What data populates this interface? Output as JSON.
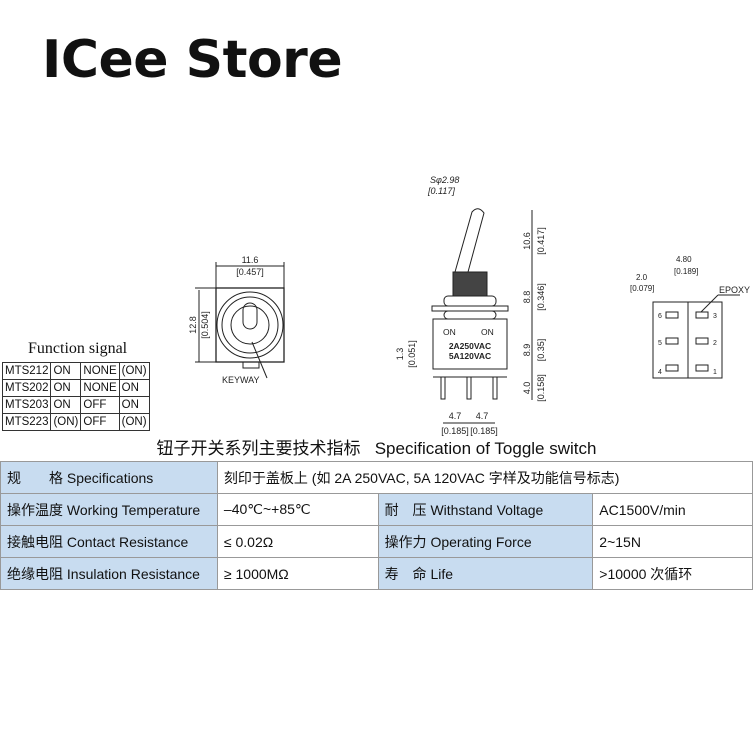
{
  "title": "ICee Store",
  "function_signal": {
    "heading": "Function signal",
    "rows": [
      [
        "MTS212",
        "ON",
        "NONE",
        "(ON)"
      ],
      [
        "MTS202",
        "ON",
        "NONE",
        "ON"
      ],
      [
        "MTS203",
        "ON",
        "OFF",
        "ON"
      ],
      [
        "MTS223",
        "(ON)",
        "OFF",
        "(ON)"
      ]
    ]
  },
  "front_view": {
    "width_mm": "11.6",
    "width_in": "[0.457]",
    "height_mm": "12.8",
    "height_in": "[0.504]",
    "keyway": "KEYWAY"
  },
  "side_view": {
    "ball_mm": "Sφ2.98",
    "ball_in": "[0.117]",
    "lever_mm": "10.6",
    "lever_in": "[0.417]",
    "bushing_mm": "8.8",
    "bushing_in": "[0.346]",
    "body_mm": "8.9",
    "body_in": "[0.35]",
    "pin_mm": "4.0",
    "pin_in": "[0.158]",
    "base_mm": "1.3",
    "base_in": "[0.051]",
    "pitch1_mm": "4.7",
    "pitch2_mm": "4.7",
    "pitch1_in": "[0.185]",
    "pitch2_in": "[0.185]",
    "label_on_left": "ON",
    "label_on_right": "ON",
    "rating1": "2A250VAC",
    "rating2": "5A120VAC"
  },
  "bottom_view": {
    "pitch_mm": "4.80",
    "pitch_in": "[0.189]",
    "slot_mm": "2.0",
    "slot_in": "[0.079]",
    "epoxy": "EPOXY",
    "pins": [
      "1",
      "2",
      "3",
      "4",
      "5",
      "6"
    ]
  },
  "spec": {
    "title": "钮子开关系列主要技术指标   Specification of Toggle switch",
    "rows": [
      [
        "规　　格 Specifications",
        "刻印于盖板上 (如 2A 250VAC, 5A 120VAC 字样及功能信号标志)"
      ],
      [
        "操作温度 Working Temperature",
        "–40℃~+85℃",
        "耐　压 Withstand Voltage",
        "AC1500V/min"
      ],
      [
        "接触电阻 Contact Resistance",
        "≤ 0.02Ω",
        "操作力 Operating Force",
        "2~15N"
      ],
      [
        "绝缘电阻 Insulation Resistance",
        "≥ 1000MΩ",
        "寿　命 Life",
        ">10000 次循环"
      ]
    ]
  }
}
